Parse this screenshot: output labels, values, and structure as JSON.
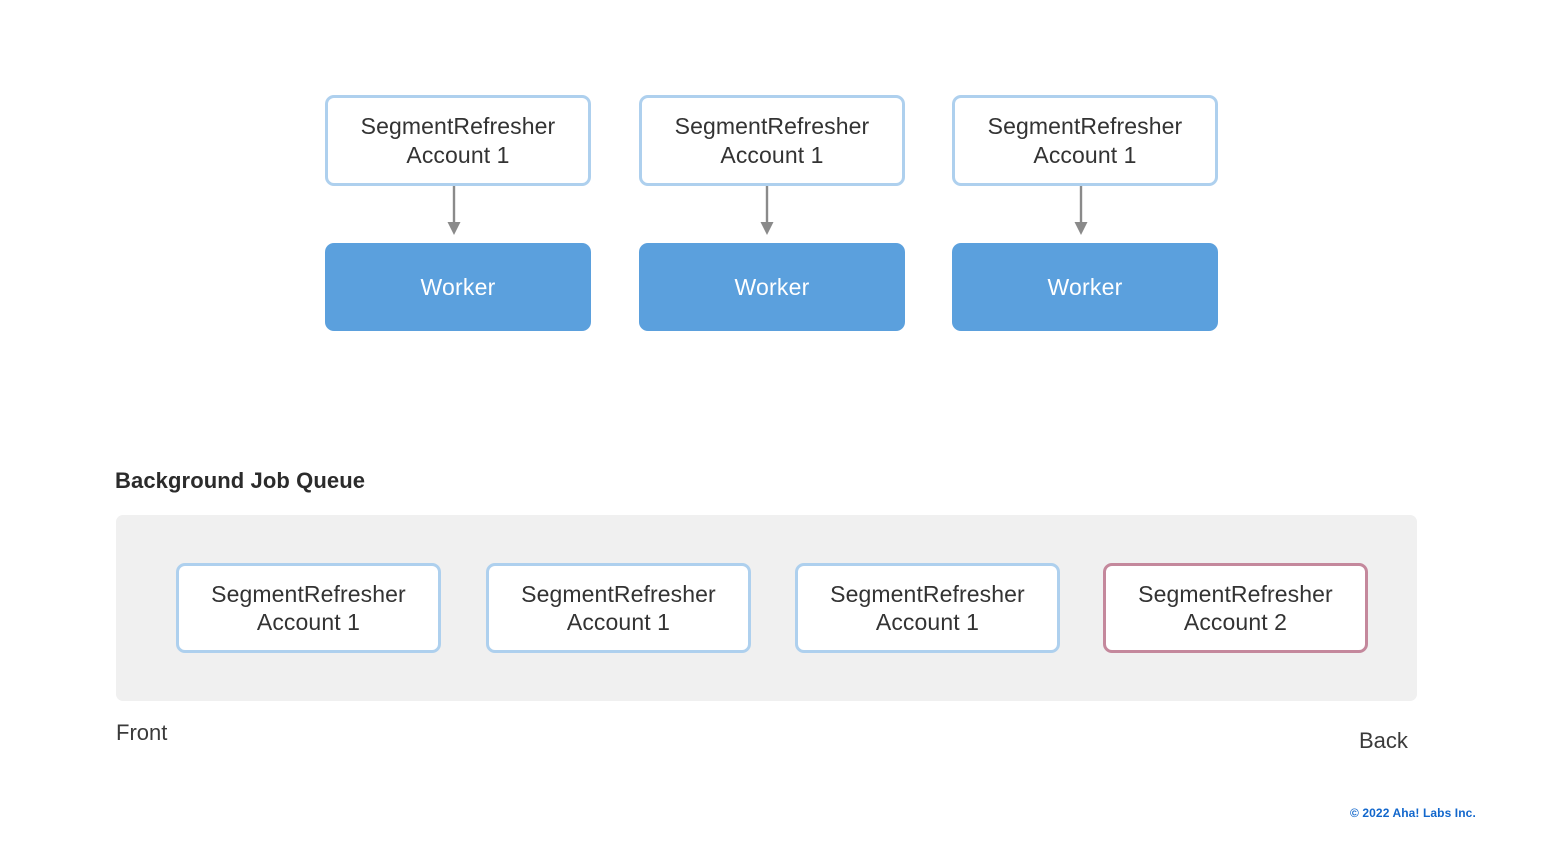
{
  "diagram": {
    "title": "Background Job Queue",
    "worker_row": {
      "jobs": [
        {
          "label": "SegmentRefresher\nAccount 1",
          "state": "normal"
        },
        {
          "label": "SegmentRefresher\nAccount 1",
          "state": "normal"
        },
        {
          "label": "SegmentRefresher\nAccount 1",
          "state": "normal"
        }
      ],
      "workers": [
        {
          "label": "Worker"
        },
        {
          "label": "Worker"
        },
        {
          "label": "Worker"
        }
      ],
      "arrows": [
        {
          "name": "arrow-job-1-to-worker-1"
        },
        {
          "name": "arrow-job-2-to-worker-2"
        },
        {
          "name": "arrow-job-3-to-worker-3"
        }
      ]
    },
    "queue": {
      "items": [
        {
          "label": "SegmentRefresher\nAccount 1",
          "state": "normal"
        },
        {
          "label": "SegmentRefresher\nAccount 1",
          "state": "normal"
        },
        {
          "label": "SegmentRefresher\nAccount 1",
          "state": "normal"
        },
        {
          "label": "SegmentRefresher\nAccount 2",
          "state": "flagged"
        }
      ],
      "front_label": "Front",
      "back_label": "Back"
    },
    "footer": {
      "credit": "© 2022 Aha! Labs Inc."
    },
    "colors": {
      "job_border": "#aed0ee",
      "job_border_flagged": "#c4889c",
      "worker_fill": "#5ba0dd",
      "worker_text": "#ffffff",
      "queue_band": "#f0f0f0",
      "arrow": "#8a8a8a",
      "text": "#333333",
      "footer_link": "#1267cc"
    }
  }
}
